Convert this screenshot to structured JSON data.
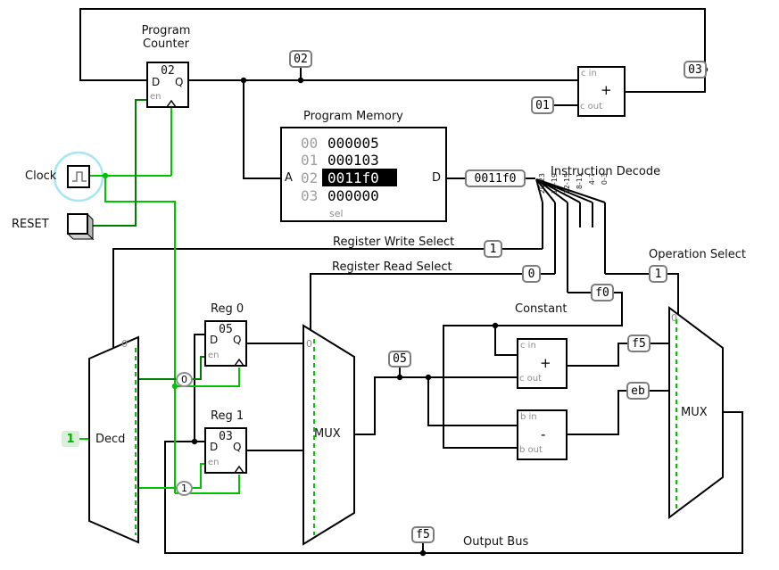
{
  "colors": {
    "wire": "#000000",
    "wire_on": "#00c400",
    "wire_off": "#007c00",
    "halo": "#a6e6f2",
    "label_border": "#7d7d7d",
    "gray": "#8c8c8c"
  },
  "labels": {
    "clock": "Clock",
    "reset": "RESET",
    "program_counter": "Program Counter",
    "program_memory": "Program Memory",
    "instruction_decode": "Instruction Decode",
    "register_write_select": "Register Write Select",
    "register_read_select": "Register Read Select",
    "operation_select": "Operation Select",
    "constant": "Constant",
    "output_bus": "Output Bus",
    "reg0": "Reg 0",
    "reg1": "Reg 1",
    "decoder": "Decd",
    "mux": "MUX"
  },
  "pc": {
    "value": "02",
    "d": "D",
    "q": "Q",
    "en": "en"
  },
  "reg0": {
    "value": "05",
    "d": "D",
    "q": "Q",
    "en": "en"
  },
  "reg1": {
    "value": "03",
    "d": "D",
    "q": "Q",
    "en": "en"
  },
  "rom": {
    "pin_a": "A",
    "pin_d": "D",
    "pin_sel": "sel",
    "selected_addr": "02",
    "rows": [
      {
        "addr": "00",
        "value": "000005"
      },
      {
        "addr": "01",
        "value": "000103"
      },
      {
        "addr": "02",
        "value": "0011f0"
      },
      {
        "addr": "03",
        "value": "000000"
      }
    ]
  },
  "adder_pc": {
    "cin": "c in",
    "op": "+",
    "cout": "c out"
  },
  "adder": {
    "cin": "c in",
    "op": "+",
    "cout": "c out"
  },
  "subtractor": {
    "bin": "b in",
    "op": "-",
    "bout": "b out"
  },
  "splitter": {
    "bit_ranges": [
      "20-23",
      "16-19",
      "12-15",
      "8-11",
      "4-7",
      "0-3"
    ]
  },
  "values": {
    "pc_out": "02",
    "pc_next": "03",
    "pc_step": "01",
    "instruction": "0011f0",
    "write_select": "1",
    "read_select": "0",
    "op_select": "1",
    "const_f0": "f0",
    "add_result": "f5",
    "sub_result": "eb",
    "mux1_out": "05",
    "output_bus": "f5",
    "reg0_en": "0",
    "reg1_en": "1",
    "const_one": "1",
    "decoder_sel": "0",
    "mux1_sel": "0",
    "mux2_sel": "0"
  }
}
